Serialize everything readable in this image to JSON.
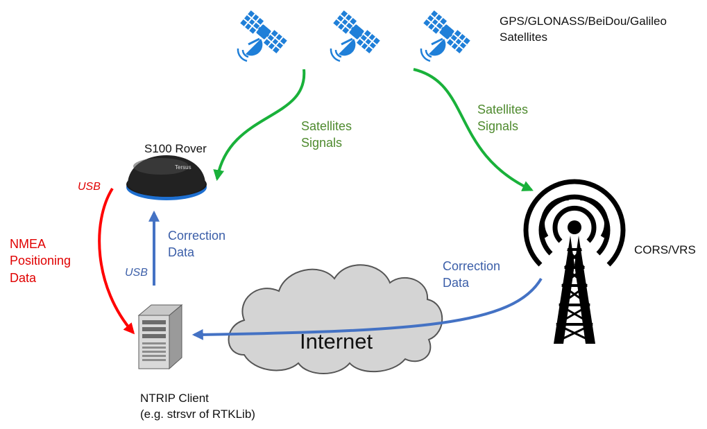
{
  "satellites": {
    "label_line1": "GPS/GLONASS/BeiDou/Galileo",
    "label_line2": "Satellites"
  },
  "signals_left": {
    "line1": "Satellites",
    "line2": "Signals"
  },
  "signals_right": {
    "line1": "Satellites",
    "line2": "Signals"
  },
  "rover": {
    "label": "S100 Rover",
    "device_text": "Tersus"
  },
  "usb_top": "USB",
  "usb_mid": "USB",
  "nmea": {
    "line1": "NMEA",
    "line2": "Positioning",
    "line3": "Data"
  },
  "correction_rover": {
    "line1": "Correction",
    "line2": "Data"
  },
  "correction_cors": {
    "line1": "Correction",
    "line2": "Data"
  },
  "cors": {
    "label": "CORS/VRS"
  },
  "internet": {
    "label": "Internet"
  },
  "client": {
    "line1": "NTRIP Client",
    "line2": "(e.g. strsvr of RTKLib)"
  },
  "colors": {
    "green_arrow": "#19b13a",
    "green_text": "#4e8a2e",
    "blue": "#4472c4",
    "blue_text": "#3b5ea8",
    "red": "#ff0000",
    "satellite_blue": "#1f7fd8",
    "cloud_fill": "#d4d4d4",
    "cloud_stroke": "#555555"
  }
}
